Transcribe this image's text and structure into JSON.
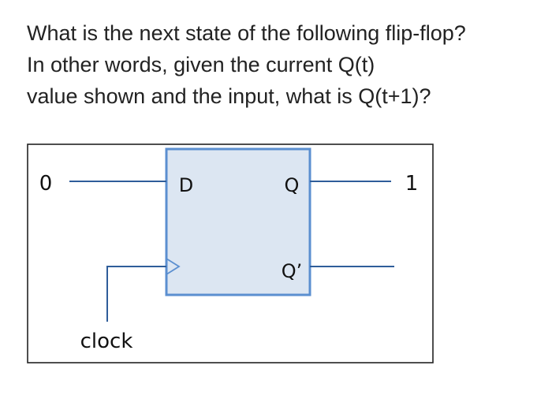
{
  "question": {
    "lines": [
      "What is the next state of the following flip-flop?",
      "In other words, given the current Q(t)",
      "value shown and the input, what is Q(t+1)?"
    ]
  },
  "diagram": {
    "input_value": "0",
    "output_value": "1",
    "d_label": "D",
    "q_label": "Q",
    "q_bar_label": "Q’",
    "clock_label": "clock",
    "colors": {
      "flipflop_fill": "#dce6f2",
      "flipflop_border": "#5b8fd0",
      "wire": "#2f5d9a",
      "frame": "#222222",
      "text": "#111111"
    }
  }
}
